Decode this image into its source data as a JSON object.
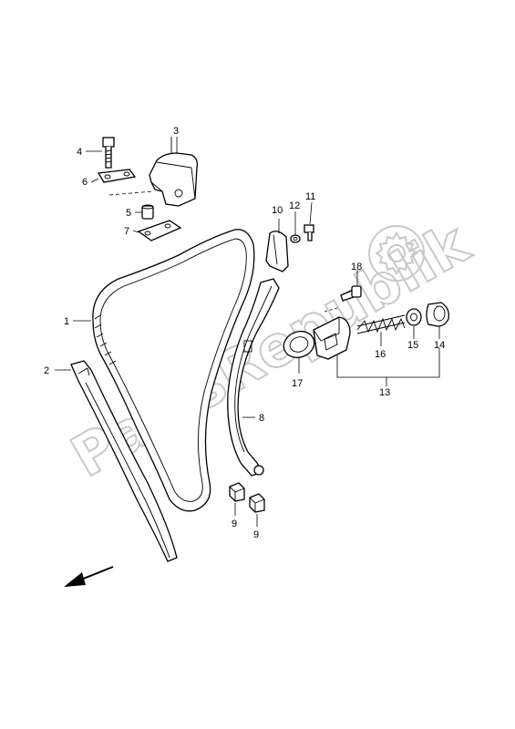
{
  "watermark": "PartsRepublik",
  "callouts": {
    "c1": "1",
    "c2": "2",
    "c3": "3",
    "c4": "4",
    "c5": "5",
    "c6": "6",
    "c7": "7",
    "c8": "8",
    "c9a": "9",
    "c9b": "9",
    "c10": "10",
    "c11": "11",
    "c12": "12",
    "c13": "13",
    "c14": "14",
    "c15": "15",
    "c16": "16",
    "c17": "17",
    "c18": "18"
  },
  "icons": {
    "watermark_gear": "gear-icon",
    "direction": "front-arrow-icon"
  }
}
